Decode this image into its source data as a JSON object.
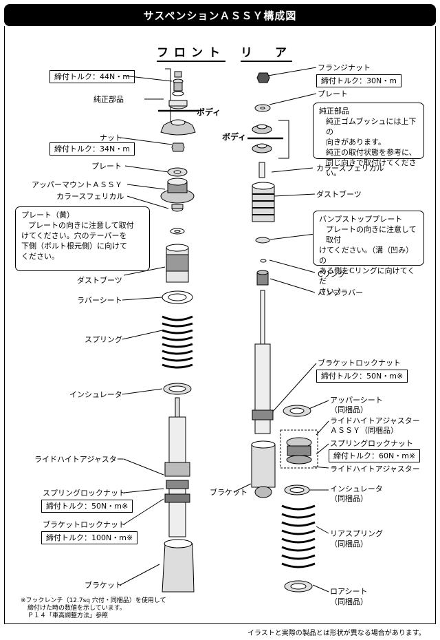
{
  "title": "サスペンションＡＳＳＹ構成図",
  "headers": {
    "front": "フロント",
    "rear": "リ　ア"
  },
  "front": {
    "torque_top": "締付トルク：44N・m",
    "genuine": "純正部品",
    "body": "ボディ",
    "nut": "ナット",
    "torque_nut": "締付トルク：34N・m",
    "plate": "プレート",
    "upper_mount": "アッパーマウントＡＳＳＹ",
    "collar": "カラースフェリカル",
    "note_title": "プレート（黄）",
    "note_body": [
      "プレートの向きに注意して取付",
      "けてください。穴のテーパーを",
      "下側（ボルト根元側）に向けて",
      "ください。"
    ],
    "dust_boot": "ダストブーツ",
    "rubber_seat": "ラバーシート",
    "spring": "スプリング",
    "insulator": "インシュレータ",
    "ride_height": "ライドハイトアジャスター",
    "spring_lock": "スプリングロックナット",
    "torque_spring_lock": "締付トルク：50N・m※",
    "bracket_lock": "ブラケットロックナット",
    "torque_bracket_lock": "締付トルク：100N・m※",
    "bracket": "ブラケット"
  },
  "rear": {
    "flange_nut": "フランジナット",
    "torque_flange": "締付トルク：30N・m",
    "plate": "プレート",
    "genuine_title": "純正部品",
    "genuine_body": [
      "純正ゴムブッシュには上下の",
      "向きがあります。",
      "純正の取付状態を参考に、",
      "同じ向きで取付けてください。"
    ],
    "body": "ボディ",
    "collar": "カラースフェリカル",
    "dust_boot": "ダストブーツ",
    "bump_plate_title": "バンプストッププレート",
    "bump_plate_body": [
      "プレートの向きに注意して取付",
      "けてください。（溝（凹み）の",
      "ある側をCリングに向けてくだ",
      "さい。）"
    ],
    "c_ring": "Cリング",
    "bump_rubber": "バンプラバー",
    "bracket_lock": "ブラケットロックナット",
    "torque_bracket_lock": "締付トルク：50N・m※",
    "upper_seat": "アッパーシート",
    "upper_seat_sub": "（同梱品）",
    "ride_height_assy": "ライドハイトアジャスター",
    "ride_height_assy2": "ＡＳＳＹ（同梱品）",
    "spring_lock": "スプリングロックナット",
    "torque_spring_lock": "締付トルク：60N・m※",
    "ride_height": "ライドハイトアジャスター",
    "bracket": "ブラケット",
    "insulator": "インシュレータ",
    "insulator_sub": "（同梱品）",
    "rear_spring": "リアスプリング",
    "rear_spring_sub": "（同梱品）",
    "lower_seat": "ロアシート",
    "lower_seat_sub": "（同梱品）"
  },
  "footnote": [
    "※フックレンチ（12.7sq 穴付・同梱品）を使用して",
    "締付けた時の数値を示しています。",
    "Ｐ１４「車高調整方法」参照"
  ],
  "disclaimer": "イラストと実際の製品とは形状が異なる場合があります。"
}
